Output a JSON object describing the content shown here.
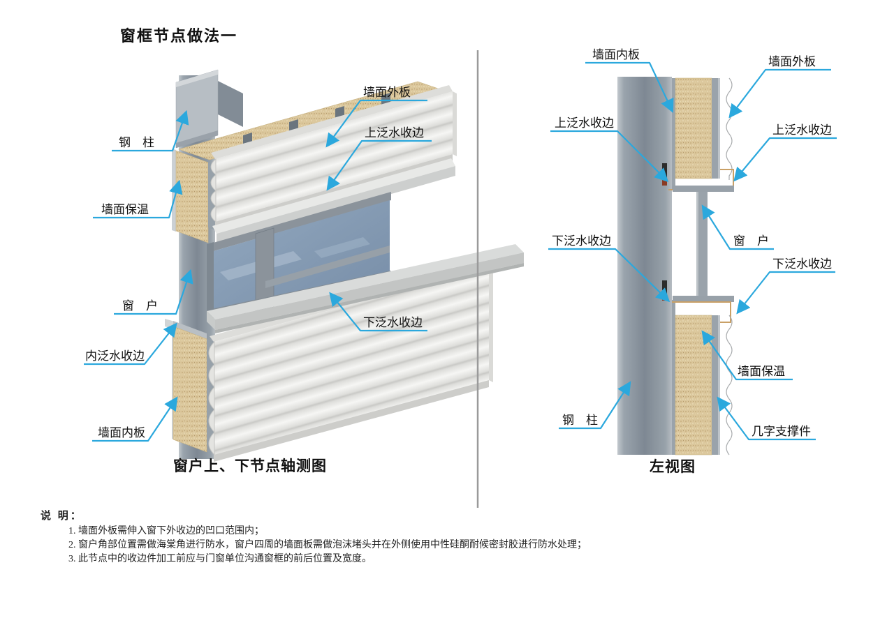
{
  "title": "窗框节点做法一",
  "left_diagram": {
    "caption": "窗户上、下节点轴测图",
    "labels": {
      "steel_column": "钢　柱",
      "wall_insulation": "墙面保温",
      "window": "窗　户",
      "inner_flashing": "内泛水收边",
      "wall_inner_panel": "墙面内板",
      "wall_outer_panel": "墙面外板",
      "upper_flashing": "上泛水收边",
      "lower_flashing": "下泛水收边"
    }
  },
  "right_diagram": {
    "caption": "左视图",
    "labels": {
      "wall_inner_panel": "墙面内板",
      "wall_outer_panel": "墙面外板",
      "upper_flashing_left": "上泛水收边",
      "upper_flashing_right": "上泛水收边",
      "lower_flashing_left": "下泛水收边",
      "window": "窗　户",
      "lower_flashing_right": "下泛水收边",
      "wall_insulation": "墙面保温",
      "steel_column": "钢　柱",
      "support_bracket": "几字支撑件"
    }
  },
  "notes": {
    "heading": "说 明：",
    "items": [
      "1. 墙面外板需伸入窗下外收边的凹口范围内；",
      "2. 窗户角部位置需做海棠角进行防水，窗户四周的墙面板需做泡沫堵头并在外侧使用中性硅酮耐候密封胶进行防水处理；",
      "3. 此节点中的收边件加工前应与门窗单位沟通窗框的前后位置及宽度。"
    ]
  },
  "colors": {
    "leader_line": "#2BA8DD",
    "insulation_tan": "#DBC79C",
    "steel_gray": "#8C96A0",
    "panel_white": "#ECECEA",
    "glass_blue": "#8299B3",
    "trim_tan": "#C9A066"
  }
}
